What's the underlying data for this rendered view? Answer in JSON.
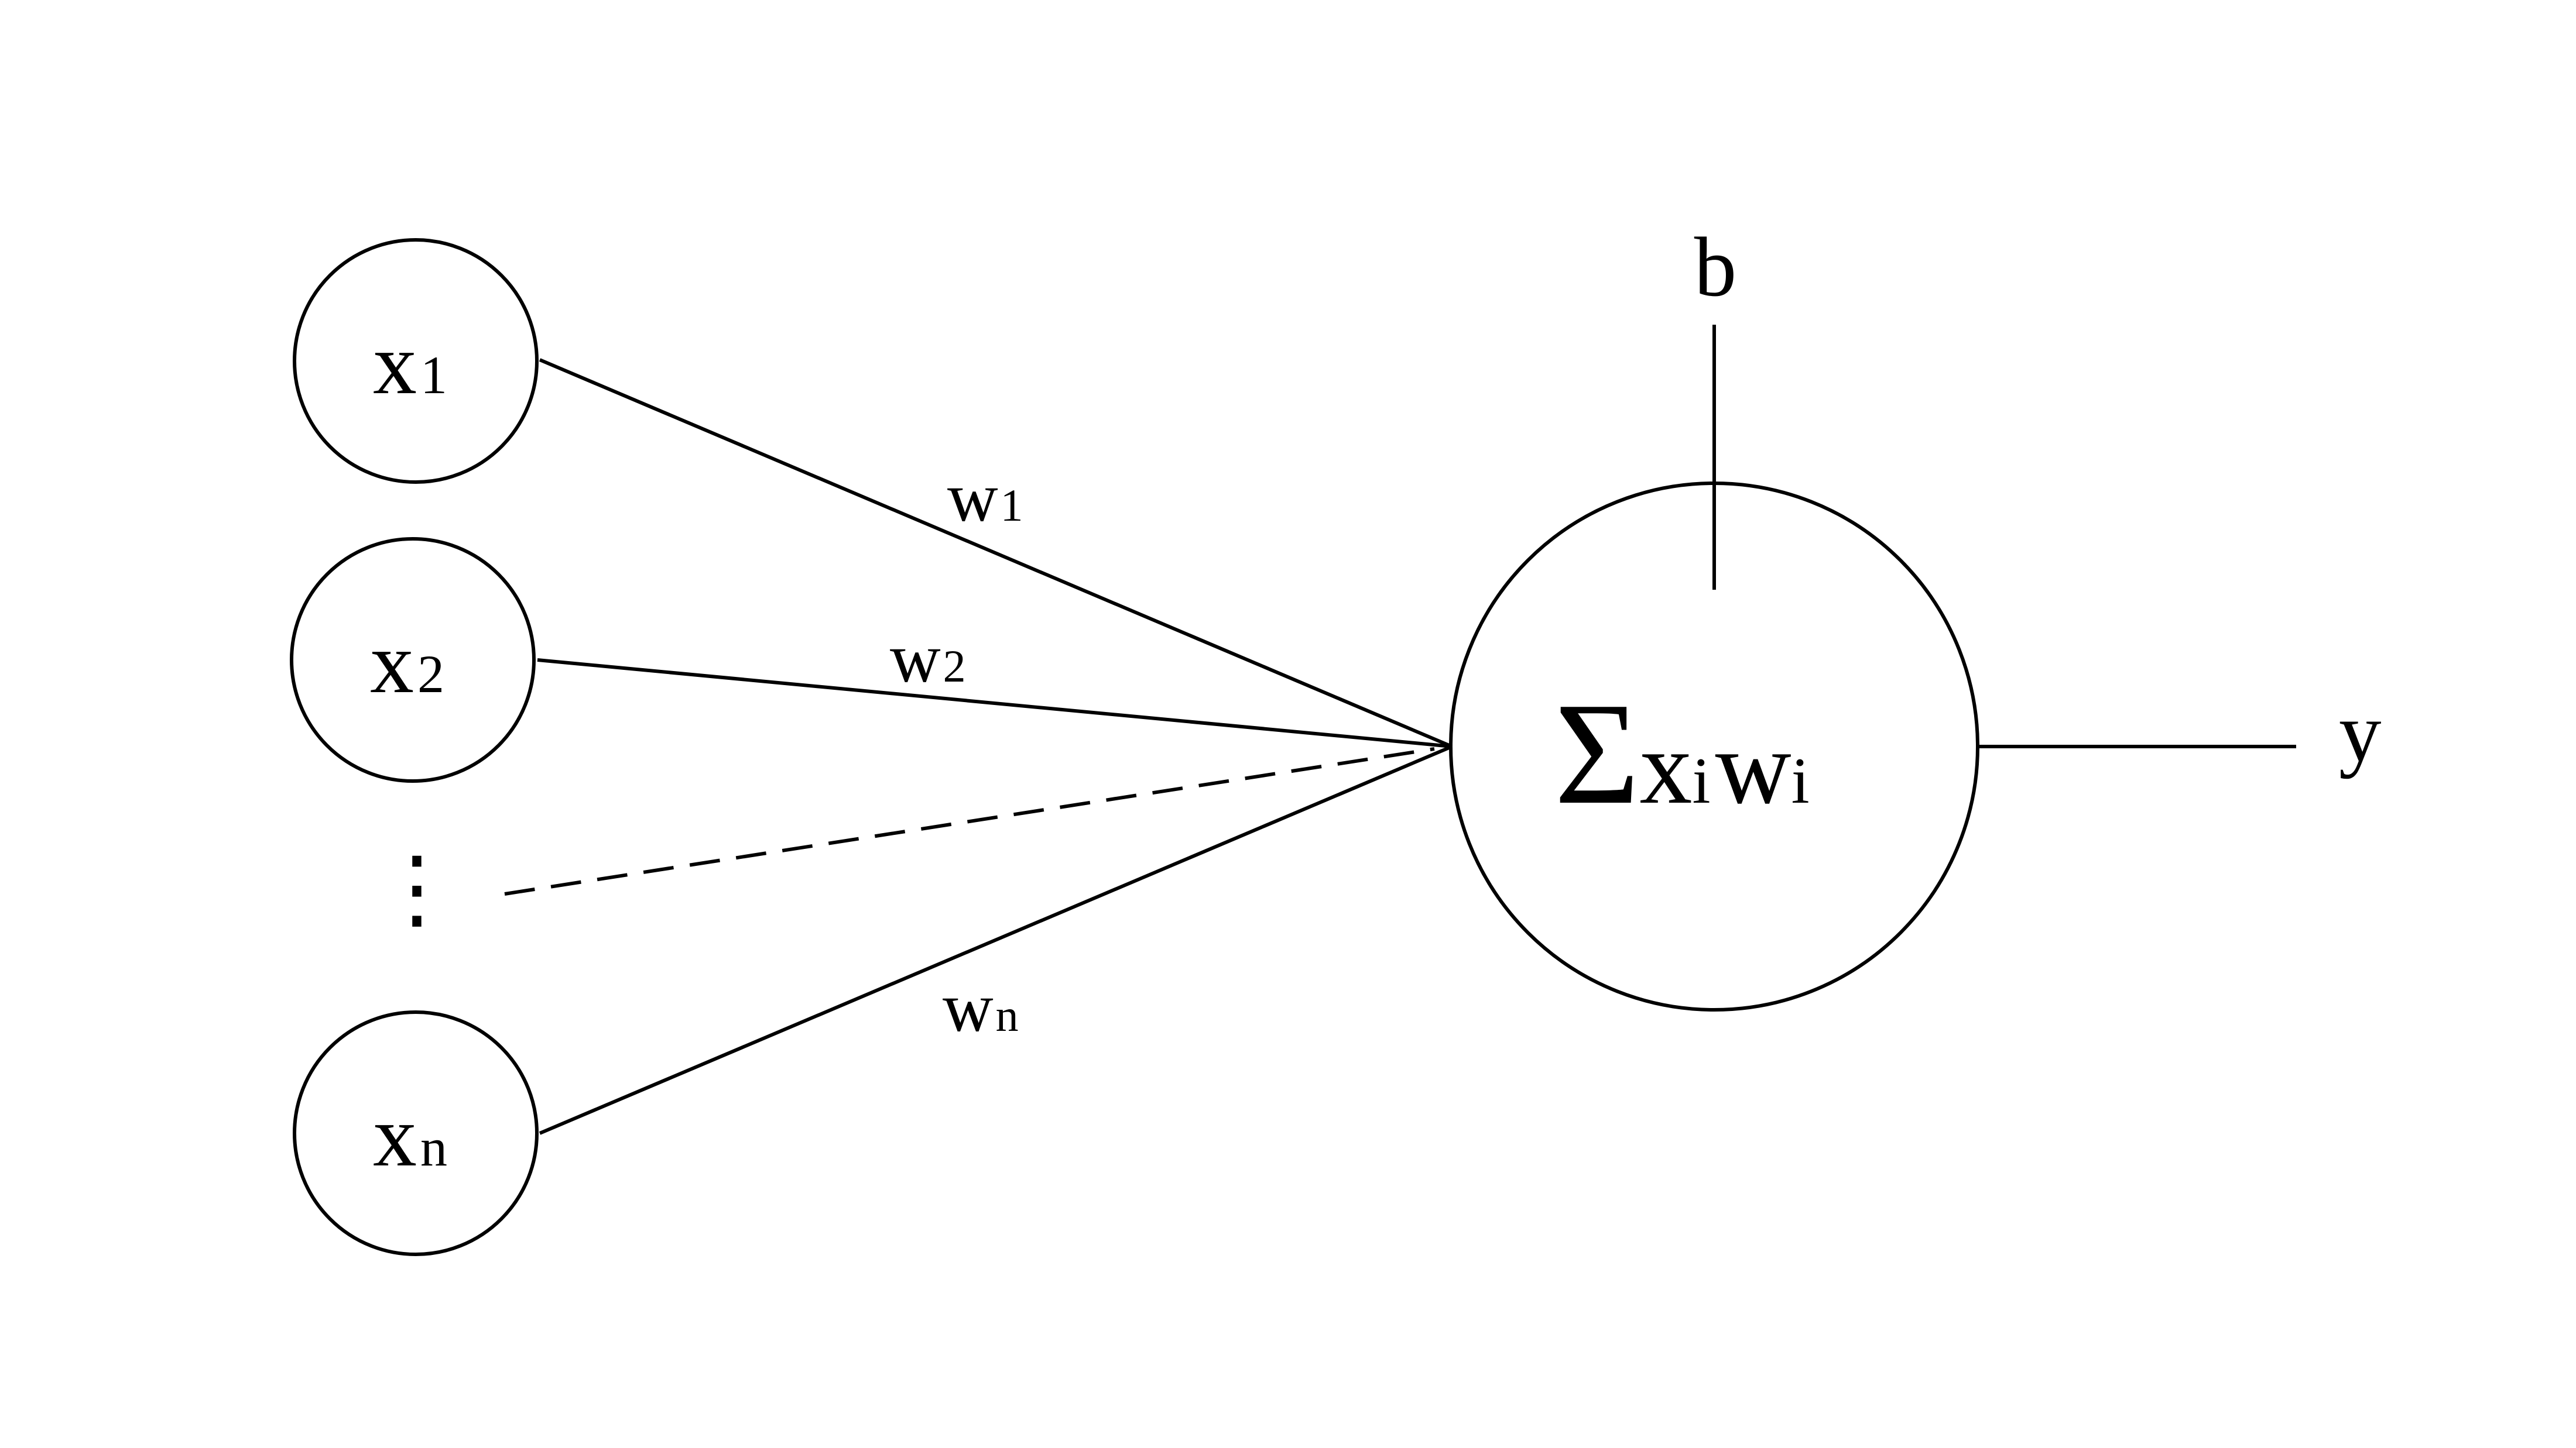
{
  "diagram": {
    "inputs": [
      {
        "var": "x",
        "sub": "1"
      },
      {
        "var": "x",
        "sub": "2"
      },
      {
        "var": "x",
        "sub": "n"
      }
    ],
    "ellipsis": "⋮",
    "weights": [
      {
        "var": "w",
        "sub": "1"
      },
      {
        "var": "w",
        "sub": "2"
      },
      {
        "var": "w",
        "sub": "n"
      }
    ],
    "neuron": {
      "sigma": "Σ",
      "x": "x",
      "x_sub": "i",
      "w": "w",
      "w_sub": "i"
    },
    "bias_label": "b",
    "output_label": "y"
  }
}
